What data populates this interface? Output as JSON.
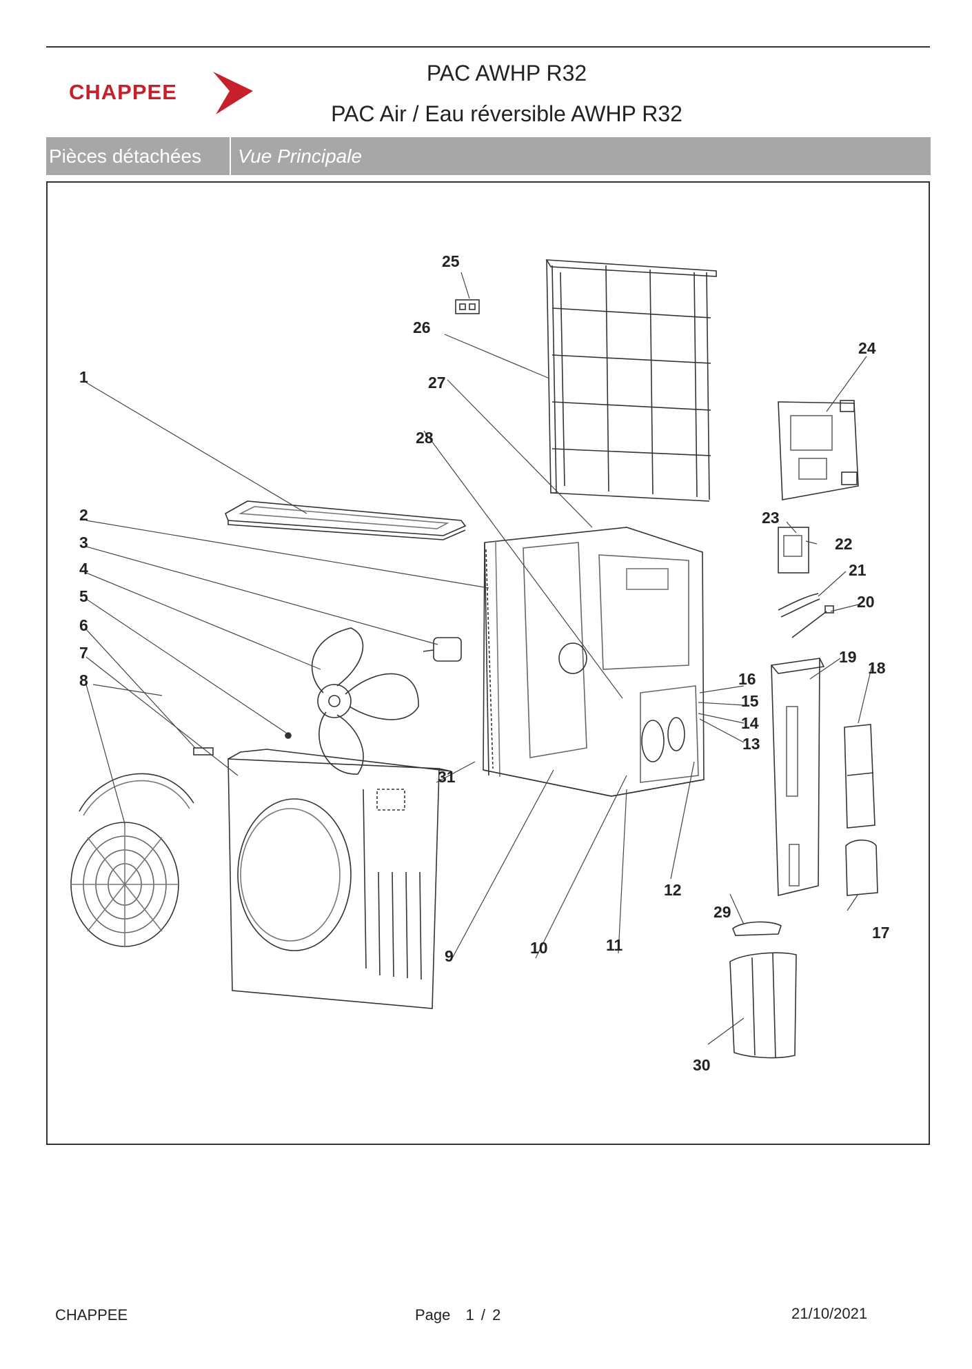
{
  "header": {
    "brand": "CHAPPEE",
    "title": "PAC AWHP R32",
    "subtitle": "PAC Air / Eau réversible AWHP R32"
  },
  "band": {
    "section": "Pièces détachées",
    "view": "Vue Principale"
  },
  "diagram": {
    "labels": [
      "1",
      "2",
      "3",
      "4",
      "5",
      "6",
      "7",
      "8",
      "9",
      "10",
      "11",
      "12",
      "13",
      "14",
      "15",
      "16",
      "17",
      "18",
      "19",
      "20",
      "21",
      "22",
      "23",
      "24",
      "25",
      "26",
      "27",
      "28",
      "29",
      "30",
      "31"
    ]
  },
  "footer": {
    "brand": "CHAPPEE",
    "page_label": "Page",
    "page_current": "1",
    "page_sep": "/",
    "page_total": "2",
    "date": "21/10/2021"
  },
  "colors": {
    "brand_red": "#c8202b",
    "band_grey": "#a7a7a7"
  }
}
